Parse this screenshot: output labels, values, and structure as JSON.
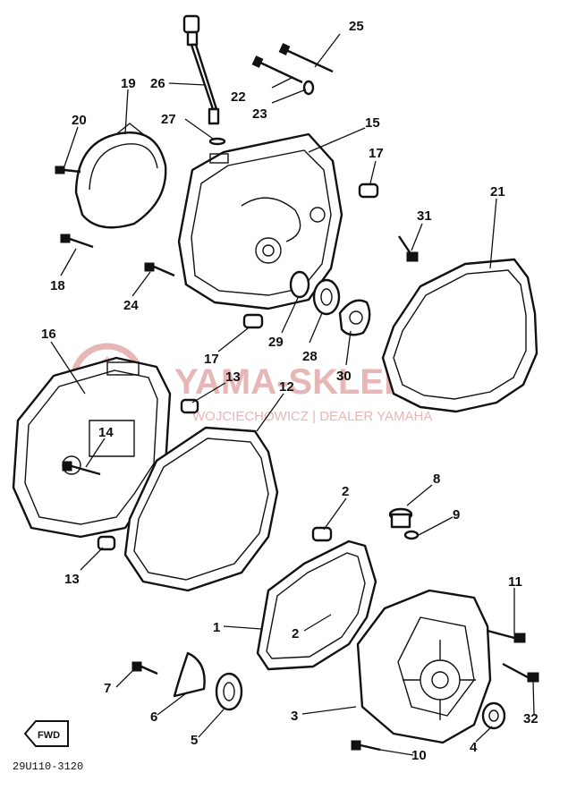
{
  "watermark": {
    "title": "YAMA-SKLEP.PL",
    "subtitle": "WOJCIECHOWICZ | DEALER YAMAHA",
    "color": "#e7b7b7"
  },
  "direction_marker": "FWD",
  "diagram_code": "29U110-3120",
  "callouts": [
    {
      "id": "c1",
      "label": "1"
    },
    {
      "id": "c2a",
      "label": "2"
    },
    {
      "id": "c2b",
      "label": "2"
    },
    {
      "id": "c3",
      "label": "3"
    },
    {
      "id": "c4",
      "label": "4"
    },
    {
      "id": "c5",
      "label": "5"
    },
    {
      "id": "c6",
      "label": "6"
    },
    {
      "id": "c7",
      "label": "7"
    },
    {
      "id": "c8",
      "label": "8"
    },
    {
      "id": "c9",
      "label": "9"
    },
    {
      "id": "c10",
      "label": "10"
    },
    {
      "id": "c11",
      "label": "11"
    },
    {
      "id": "c12",
      "label": "12"
    },
    {
      "id": "c13a",
      "label": "13"
    },
    {
      "id": "c13b",
      "label": "13"
    },
    {
      "id": "c14",
      "label": "14"
    },
    {
      "id": "c15",
      "label": "15"
    },
    {
      "id": "c16",
      "label": "16"
    },
    {
      "id": "c17a",
      "label": "17"
    },
    {
      "id": "c17b",
      "label": "17"
    },
    {
      "id": "c18",
      "label": "18"
    },
    {
      "id": "c19",
      "label": "19"
    },
    {
      "id": "c20",
      "label": "20"
    },
    {
      "id": "c21",
      "label": "21"
    },
    {
      "id": "c22",
      "label": "22"
    },
    {
      "id": "c23",
      "label": "23"
    },
    {
      "id": "c24",
      "label": "24"
    },
    {
      "id": "c25",
      "label": "25"
    },
    {
      "id": "c26",
      "label": "26"
    },
    {
      "id": "c27",
      "label": "27"
    },
    {
      "id": "c28",
      "label": "28"
    },
    {
      "id": "c29",
      "label": "29"
    },
    {
      "id": "c30",
      "label": "30"
    },
    {
      "id": "c31",
      "label": "31"
    },
    {
      "id": "c32",
      "label": "32"
    }
  ]
}
